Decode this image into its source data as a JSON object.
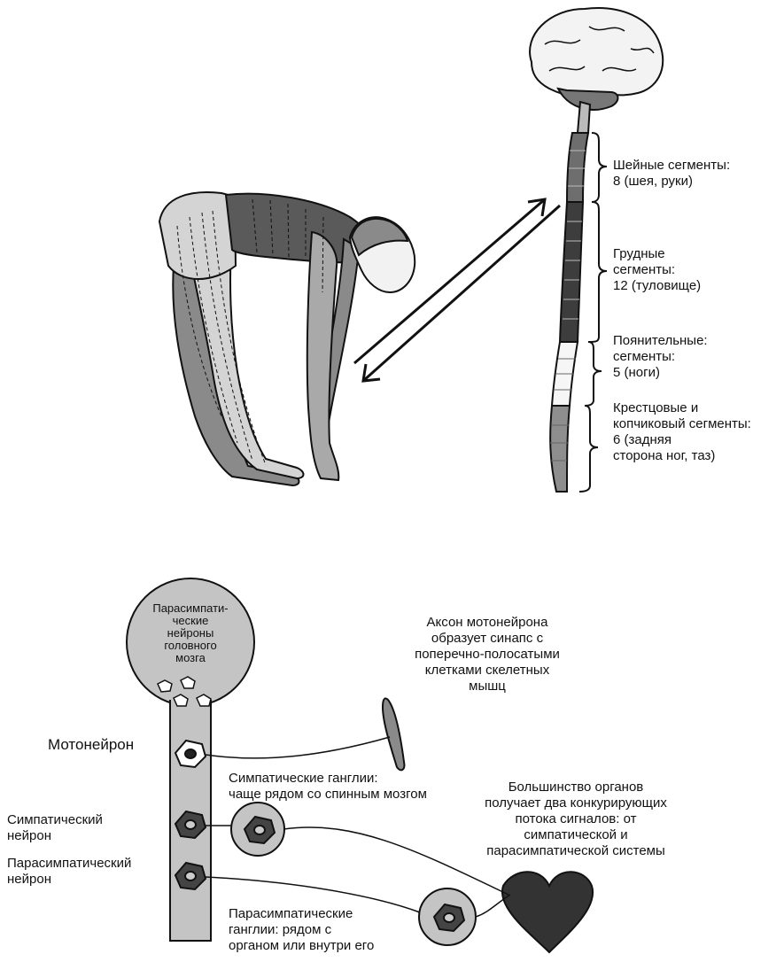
{
  "segments": {
    "cervical": "Шейные сегменты:\n8 (шея, руки)",
    "thoracic": "Грудные\nсегменты:\n12 (туловище)",
    "lumbar": "Поянительные:\nсегменты:\n5 (ноги)",
    "sacral": "Крестцовые и\nкопчиковый сегменты:\n 6 (задняя\nсторона ног, таз)"
  },
  "nervous": {
    "brain_neurons": "Парасимпати-\nческие\nнейроны\nголовного\nмозга",
    "motor_neuron": "Мотонейрон",
    "sympathetic_neuron": "Симпатический\nнейрон",
    "parasympathetic_neuron": "Парасимпатический\nнейрон",
    "axon_note": "Аксон мотонейрона\nобразует синапс с\nпоперечно-полосатыми\nклетками скелетных\nмышц",
    "sympathetic_ganglia": "Симпатические ганглии:\nчаще рядом со спинным мозгом",
    "organs_note": "Большинство органов\nполучает два конкурирующих\nпотока сигналов: от\nсимпатической и\nпарасимпатической системы",
    "parasympathetic_ganglia": "Парасимпатические\nганглии: рядом с\nорганом или внутри его"
  },
  "colors": {
    "dark": "#3a3a3a",
    "mid": "#8a8a8a",
    "light": "#c4c4c4",
    "line": "#111111"
  }
}
